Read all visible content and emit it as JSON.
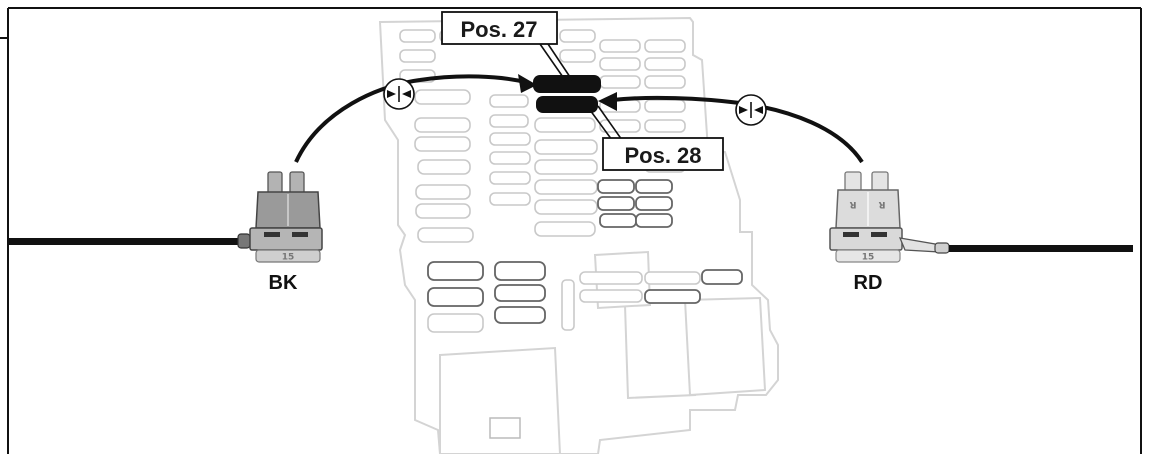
{
  "labels": {
    "pos_top": "Pos. 27",
    "pos_bottom": "Pos. 28",
    "left_wire": "BK",
    "right_wire": "RD",
    "left_fuse_rating": "15",
    "right_fuse_rating": "15",
    "right_fuse_blade_mark": "R"
  },
  "colors": {
    "ink": "#111111",
    "fusebox_outline": "#d4d4d4",
    "left_fuse_body": "#9a9a9a",
    "right_fuse_body": "#dcdcdc",
    "highlight_slot": "#111111"
  },
  "icons": {
    "insert_marker": "arrows-converging-icon"
  }
}
